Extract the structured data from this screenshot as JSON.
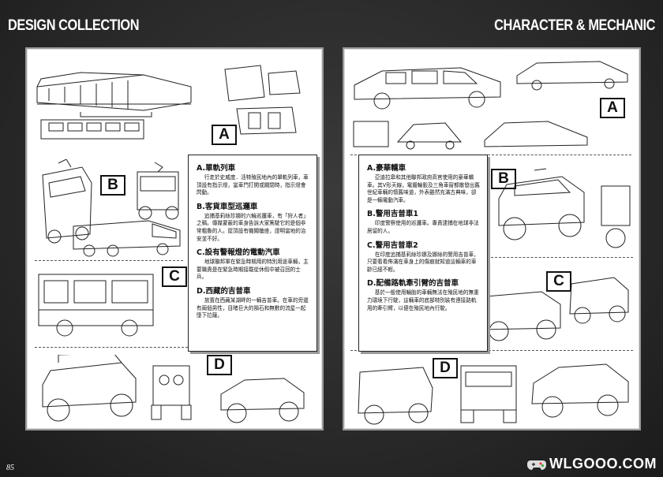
{
  "header": {
    "left_title": "DESIGN COLLECTION",
    "right_title": "CHARACTER & MECHANIC"
  },
  "left_page": {
    "letters": [
      "A",
      "B",
      "C",
      "D"
    ],
    "sections": [
      {
        "title": "A.單軌列車",
        "body": "行走於史威度．活特殖民地內的單軌列車，車頂設有指示燈，當車門打開或關閉時，指示燈會閃動。"
      },
      {
        "title": "B.客貨車型巡邏車",
        "body": "追捕基莉絲珍娜的六輪巡邏車，有「狩人者」之稱。傳媒蒙蔽的車身告訴大家篤駛它的是個非常粗魯的人。屋頂設有機關槍座，證明當地的治安並不好。"
      },
      {
        "title": "C.設有警報燈的電動汽車",
        "body": "地球聯邦軍在緊急時期用的特別用途車輛，主要職責是在緊急時期接載從休假中被召回的士兵。"
      },
      {
        "title": "D.西藏的吉普車",
        "body": "放置在西藏某湖畔的一輛吉普車。在車的旁邊有兩個男性，目睹巨大的隕石和無數的流星一起墮下拉薩。"
      }
    ]
  },
  "right_page": {
    "letters": [
      "A",
      "B",
      "C",
      "D"
    ],
    "sections": [
      {
        "title": "A.豪華轎車",
        "body": "亞迪拉皋和其他聯邦政府高官使用的豪華轎車。其V形天線，電鍍輪轂及三角車窗都散發出舊世紀車輛的懷舊味道，外表雖然充滿古典味，卻是一輛電動汽車。"
      },
      {
        "title": "B.警用吉普車1",
        "body": "印度警察使用的巡邏車。專責逮捕在地球非法居留的人。"
      },
      {
        "title": "C.警用吉普車2",
        "body": "在印度追捕基莉絲珍娜及娜絲的警用吉普車，只要看看佈滿在車身上的傷痕就知道這輛車的車齡已經不輕。"
      },
      {
        "title": "D.配備路軌牽引臂的吉普車",
        "body": "基於一般使用輪胎的車輛無法在殖民地的無重力環境下行駛，這輛車的底部特別裝有連接路軌用的牽引臂，以便在殖民地內行駛。"
      }
    ]
  },
  "footer": {
    "page_number": "85",
    "watermark": "WLGOOO.COM"
  },
  "colors": {
    "background": "#262626",
    "panel": "#ffffff",
    "ink": "#111111"
  }
}
